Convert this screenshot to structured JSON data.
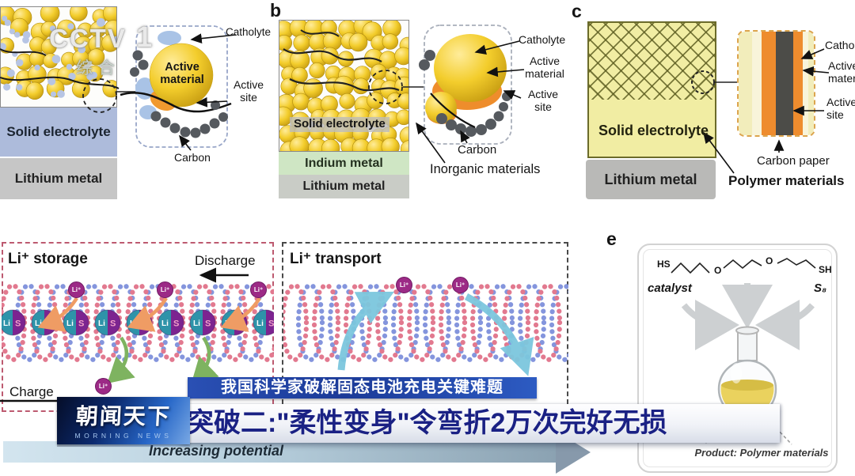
{
  "watermark": {
    "brand": "CCTV",
    "channel_digit": "1",
    "channel_name": "综合"
  },
  "panels": {
    "a": {
      "solid_electrolyte": "Solid electrolyte",
      "lithium_metal": "Lithium metal",
      "active_material": "Active\nmaterial",
      "catholyte": "Catholyte",
      "active_site": "Active\nsite",
      "carbon": "Carbon"
    },
    "b": {
      "letter": "b",
      "solid_electrolyte": "Solid electrolyte",
      "indium_metal": "Indium metal",
      "lithium_metal": "Lithium metal",
      "catholyte": "Catholyte",
      "active_material": "Active\nmaterial",
      "active_site": "Active\nsite",
      "carbon": "Carbon",
      "inorganic_materials": "Inorganic materials"
    },
    "c": {
      "letter": "c",
      "solid_electrolyte": "Solid electrolyte",
      "lithium_metal": "Lithium metal",
      "catholyte": "Catholyte",
      "active_material": "Active\nmaterial",
      "active_site": "Active\nsite",
      "carbon_paper": "Carbon paper",
      "polymer_materials": "Polymer materials"
    },
    "d": {
      "storage_title": "Li⁺ storage",
      "transport_title": "Li⁺ transport",
      "discharge": "Discharge",
      "charge": "Charge",
      "axis_label": "Increasing potential",
      "ion": "Li⁺",
      "li": "Li",
      "s": "S"
    },
    "e": {
      "letter": "e",
      "hs": "HS",
      "o": "O",
      "sh": "SH",
      "catalyst": "catalyst",
      "s8": "S₈",
      "product": "Product: Polymer materials"
    }
  },
  "overlay": {
    "topic_banner": "我国科学家破解固态电池充电关键难题",
    "headline": "突破二:\"柔性变身\"令弯折2万次完好无损",
    "program_logo_cn": "朝闻天下",
    "program_logo_en": "MORNING NEWS"
  },
  "colors": {
    "banner_blue": "#1e3e9e",
    "headline_text": "#1a2184",
    "gold": "#f0c929",
    "electrolyte_blue": "#adbbdb",
    "indium_green": "#cfe6c4",
    "metal_gray": "#c6c6c6",
    "polymer_yellow": "#f1eda3",
    "ion_purple": "#9c2a86",
    "li_teal": "#2e93a9",
    "sulfur_purple": "#7c2490",
    "helix_pink": "#e2798f",
    "helix_blue": "#8495dd",
    "axis_band": "#a9c3d2"
  }
}
